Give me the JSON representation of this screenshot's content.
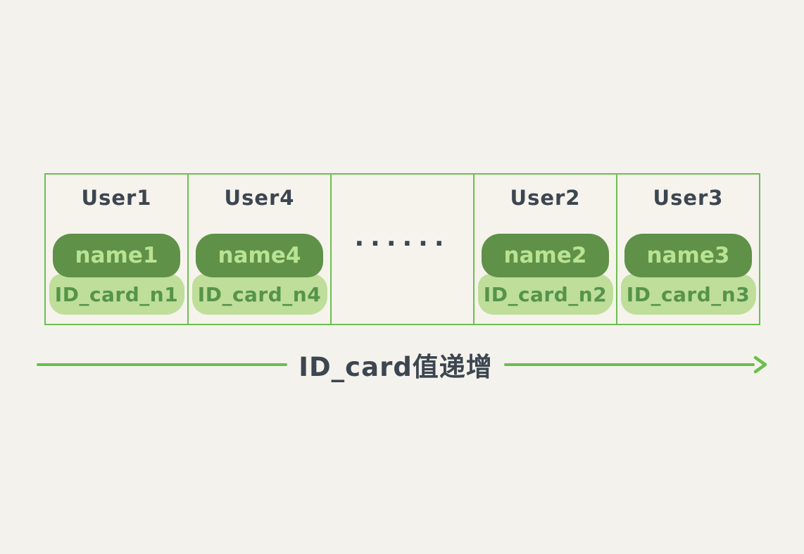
{
  "diagram": {
    "description_colors": {
      "background": "#f4f2ec",
      "grid_border_green": "#6cbf50",
      "pill_dark_green": "#5f9148",
      "pill_light_green": "#bede9a",
      "text_on_dark_pill": "#b9e393",
      "text_on_light_pill": "#55944a",
      "ink_dark": "#3c4650",
      "arrow_green": "#6abf4e"
    },
    "table": {
      "cells": [
        {
          "user": "User1",
          "name": "name1",
          "id_card": "ID_card_n1"
        },
        {
          "user": "User4",
          "name": "name4",
          "id_card": "ID_card_n4"
        },
        {
          "ellipsis": "······"
        },
        {
          "user": "User2",
          "name": "name2",
          "id_card": "ID_card_n2"
        },
        {
          "user": "User3",
          "name": "name3",
          "id_card": "ID_card_n3"
        }
      ]
    },
    "arrow": {
      "label": "ID_card值递增"
    }
  }
}
